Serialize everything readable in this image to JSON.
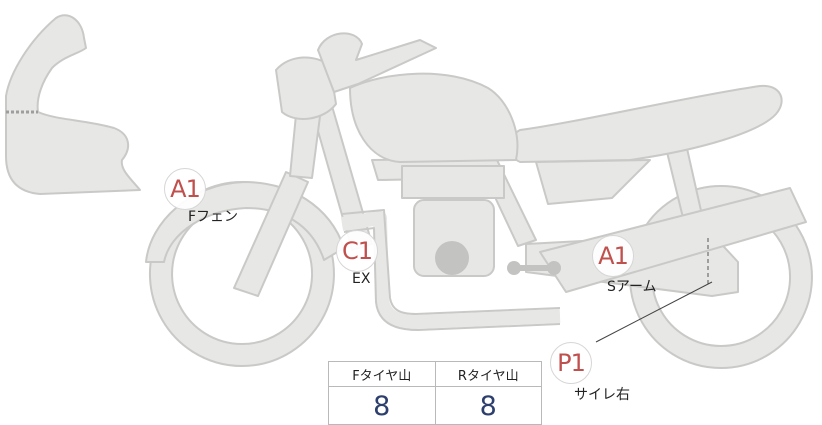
{
  "colors": {
    "body_fill": "#e7e7e5",
    "body_stroke": "#c9c9c7",
    "engine_dot": "#c3c3c1",
    "marker_text": "#c0504d",
    "value_text": "#2d3f6d",
    "label_text": "#222222"
  },
  "markers": [
    {
      "code": "A1",
      "label": "Fフェン"
    },
    {
      "code": "C1",
      "label": "EX"
    },
    {
      "code": "A1",
      "label": "Sアーム"
    },
    {
      "code": "P1",
      "label": "サイレ右"
    }
  ],
  "tread_table": {
    "headers": [
      "Fタイヤ山",
      "Rタイヤ山"
    ],
    "values": [
      "8",
      "8"
    ]
  }
}
